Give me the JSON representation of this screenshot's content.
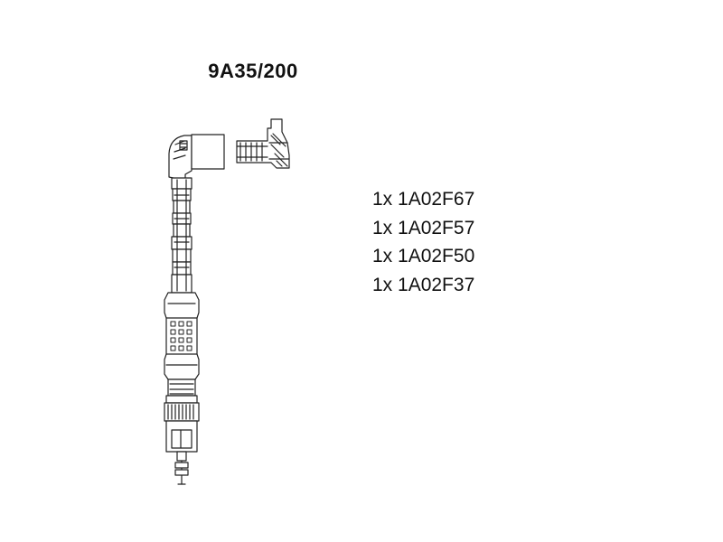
{
  "diagram": {
    "title": "9A35/200",
    "parts": [
      {
        "text": "1x 1A02F67"
      },
      {
        "text": "1x 1A02F57"
      },
      {
        "text": "1x 1A02F50"
      },
      {
        "text": "1x 1A02F37"
      }
    ]
  }
}
